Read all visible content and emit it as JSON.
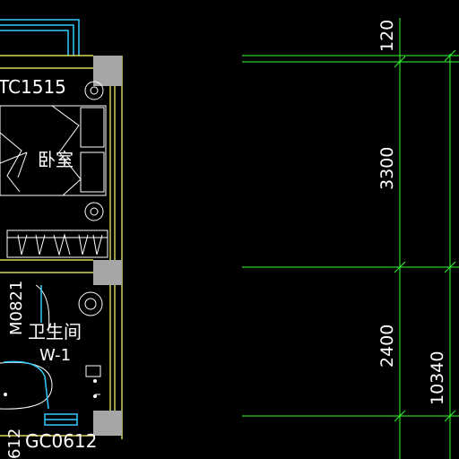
{
  "colors": {
    "background": "#000000",
    "wall": "#ffff66",
    "window": "#33ccff",
    "column": "#a6a6a6",
    "furniture": "#ffffff",
    "dimension": "#33ff33",
    "text": "#ffffff"
  },
  "labels": {
    "window_top": "TC1515",
    "bedroom": "卧室",
    "door": "M0821",
    "bathroom": "卫生间",
    "bathroom_code": "W-1",
    "window_bottom_left": "612",
    "window_bottom": "GC0612"
  },
  "dimensions": {
    "d120": "120",
    "d3300": "3300",
    "d2400": "2400",
    "total": "10340"
  }
}
